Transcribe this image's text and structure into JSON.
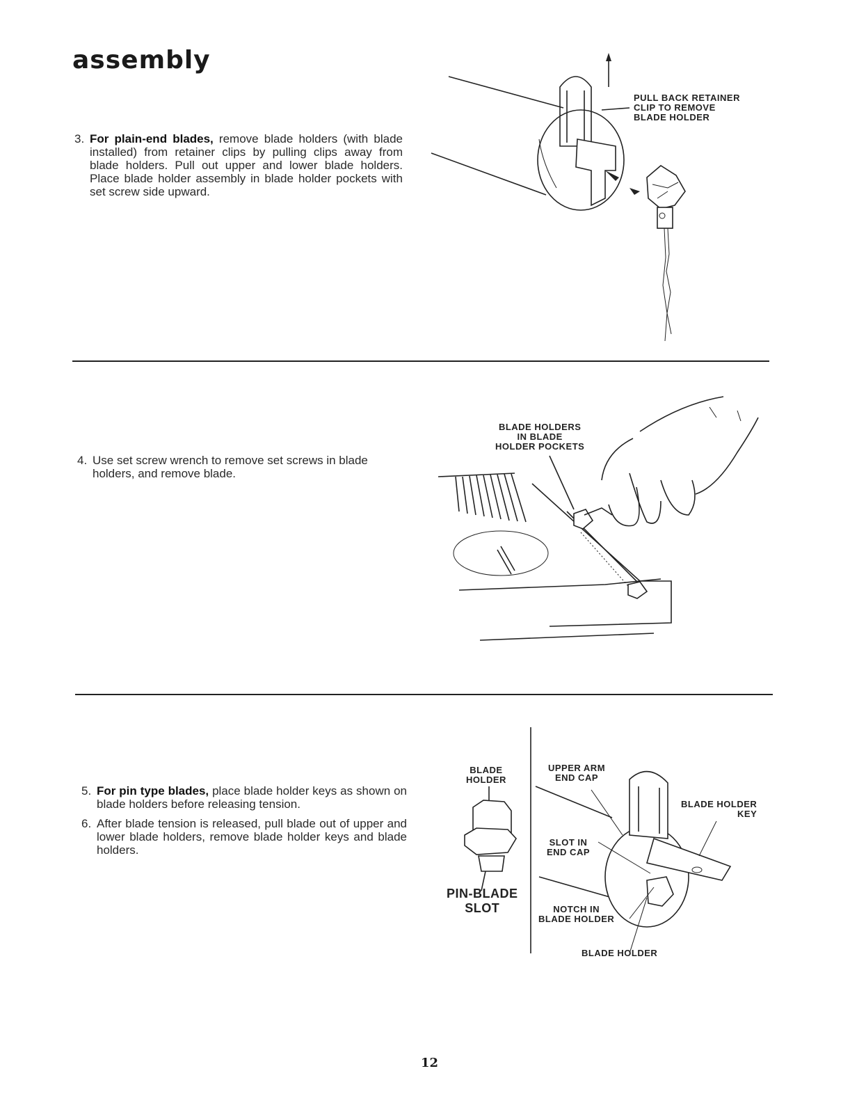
{
  "section_title": "assembly",
  "steps": {
    "s3": {
      "number": "3.",
      "bold": "For plain-end blades,",
      "text": " remove blade holders (with blade installed) from retainer clips by pulling clips away from blade holders. Pull out upper and lower blade holders. Place blade holder assembly in blade holder pockets with set screw side upward."
    },
    "s4": {
      "number": "4.",
      "text": "Use set screw wrench to remove set screws in blade holders, and remove blade."
    },
    "s5": {
      "number": "5.",
      "bold": "For pin type blades,",
      "text": " place blade holder keys as shown on blade holders before releasing tension."
    },
    "s6": {
      "number": "6.",
      "text": "After blade tension is released, pull blade out of upper and lower blade holders, remove blade holder keys and blade holders."
    }
  },
  "figure1": {
    "label_lines": [
      "PULL BACK RETAINER",
      "CLIP TO REMOVE",
      "BLADE HOLDER"
    ]
  },
  "figure2": {
    "label_lines": [
      "BLADE HOLDERS",
      "IN BLADE",
      "HOLDER POCKETS"
    ]
  },
  "figure3": {
    "blade_holder": [
      "BLADE",
      "HOLDER"
    ],
    "pin_blade_slot": [
      "PIN-BLADE",
      "SLOT"
    ],
    "upper_arm_end_cap": [
      "UPPER ARM",
      "END CAP"
    ],
    "blade_holder_key": [
      "BLADE HOLDER",
      "KEY"
    ],
    "slot_in_end_cap": [
      "SLOT IN",
      "END CAP"
    ],
    "notch_in_blade_holder": [
      "NOTCH IN",
      "BLADE HOLDER"
    ],
    "blade_holder_bottom": "BLADE HOLDER"
  },
  "page_number": "12"
}
